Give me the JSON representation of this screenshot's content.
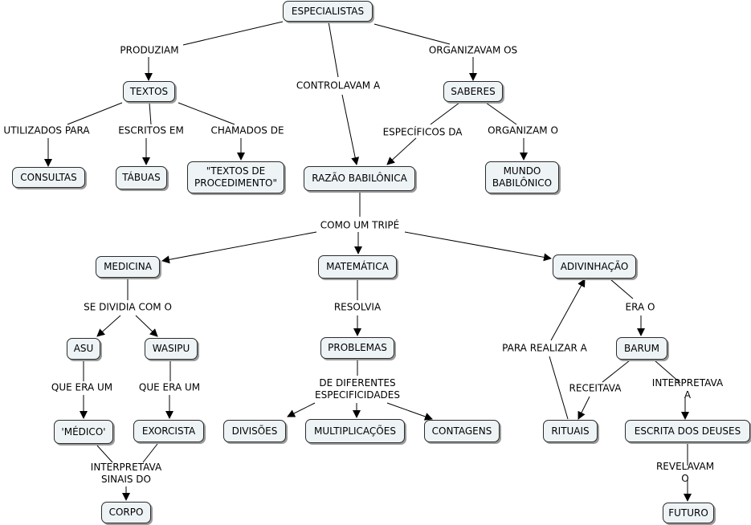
{
  "nodes": {
    "especialistas": "ESPECIALISTAS",
    "textos": "TEXTOS",
    "saberes": "SABERES",
    "consultas": "CONSULTAS",
    "tabuas": "TÁBUAS",
    "textos_procedimento": "\"TEXTOS DE\nPROCEDIMENTO\"",
    "razao_babilonica": "RAZÃO BABILÔNICA",
    "mundo_babilonico": "MUNDO\nBABILÔNICO",
    "medicina": "MEDICINA",
    "matematica": "MATEMÁTICA",
    "adivinhacao": "ADIVINHAÇÃO",
    "asu": "ASU",
    "wasipu": "WASIPU",
    "problemas": "PROBLEMAS",
    "barum": "BARUM",
    "medico": "'MÉDICO'",
    "exorcista": "EXORCISTA",
    "divisoes": "DIVISÕES",
    "multiplicacoes": "MULTIPLICAÇÕES",
    "contagens": "CONTAGENS",
    "rituais": "RITUAIS",
    "escrita_deuses": "ESCRITA DOS DEUSES",
    "corpo": "CORPO",
    "futuro": "FUTURO"
  },
  "links": {
    "produziam": "PRODUZIAM",
    "controlavam_a": "CONTROLAVAM A",
    "organizavam_os": "ORGANIZAVAM OS",
    "utilizados_para": "UTILIZADOS PARA",
    "escritos_em": "ESCRITOS EM",
    "chamados_de": "CHAMADOS DE",
    "especificos_da": "ESPECÍFICOS DA",
    "organizam_o": "ORGANIZAM O",
    "como_um_tripe": "COMO UM TRIPÉ",
    "se_dividia_com_o": "SE DIVIDIA COM O",
    "resolvia": "RESOLVIA",
    "era_o": "ERA O",
    "para_realizar_a": "PARA REALIZAR A",
    "que_era_um_1": "QUE ERA UM",
    "que_era_um_2": "QUE ERA UM",
    "de_diferentes": "DE DIFERENTES\nESPECIFICIDADES",
    "receitava": "RECEITAVA",
    "interpretava_a": "INTERPRETAVA A",
    "interpretava_sinais": "INTERPRETAVA\nSINAIS DO",
    "revelavam_o": "REVELAVAM O"
  }
}
